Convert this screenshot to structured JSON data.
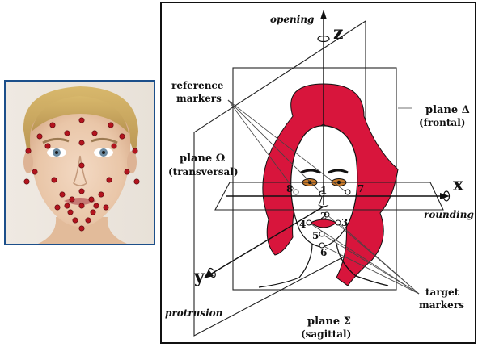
{
  "photo": {
    "markers_color": "#b3141e"
  },
  "diagram": {
    "axes": {
      "z": {
        "name": "z",
        "motion": "opening"
      },
      "x": {
        "name": "x",
        "motion": "rounding"
      },
      "y": {
        "name": "y",
        "motion": "protrusion"
      }
    },
    "planes": {
      "frontal": {
        "line1": "plane Δ",
        "line2": "(frontal)"
      },
      "transversal": {
        "line1": "plane Ω",
        "line2": "(transversal)"
      },
      "sagittal": {
        "line1": "plane Σ",
        "line2": "(sagittal)"
      }
    },
    "reference_markers": {
      "line1": "reference",
      "line2": "markers"
    },
    "target_markers": {
      "line1": "target",
      "line2": "markers"
    },
    "point_numbers": [
      "1",
      "2",
      "3",
      "4",
      "5",
      "6",
      "7",
      "8"
    ],
    "colors": {
      "hair": "#d8153c",
      "lips": "#d8153c",
      "line": "#222222"
    }
  }
}
